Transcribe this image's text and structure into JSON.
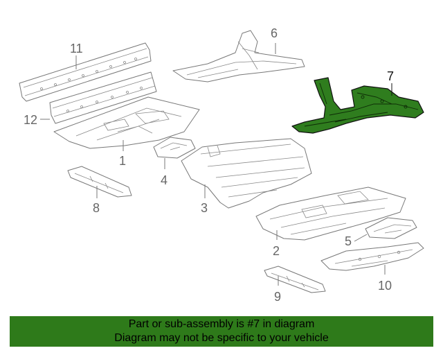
{
  "diagram": {
    "callouts": [
      {
        "id": "1",
        "label": "1",
        "highlighted": false
      },
      {
        "id": "2",
        "label": "2",
        "highlighted": false
      },
      {
        "id": "3",
        "label": "3",
        "highlighted": false
      },
      {
        "id": "4",
        "label": "4",
        "highlighted": false
      },
      {
        "id": "5",
        "label": "5",
        "highlighted": false
      },
      {
        "id": "6",
        "label": "6",
        "highlighted": false
      },
      {
        "id": "7",
        "label": "7",
        "highlighted": true
      },
      {
        "id": "8",
        "label": "8",
        "highlighted": false
      },
      {
        "id": "9",
        "label": "9",
        "highlighted": false
      },
      {
        "id": "10",
        "label": "10",
        "highlighted": false
      },
      {
        "id": "11",
        "label": "11",
        "highlighted": false
      },
      {
        "id": "12",
        "label": "12",
        "highlighted": false
      }
    ],
    "highlight_color": "#2e7a1a"
  },
  "banner": {
    "line1": "Part or sub-assembly is #7 in diagram",
    "line2": "Diagram may not be specific to your vehicle"
  }
}
